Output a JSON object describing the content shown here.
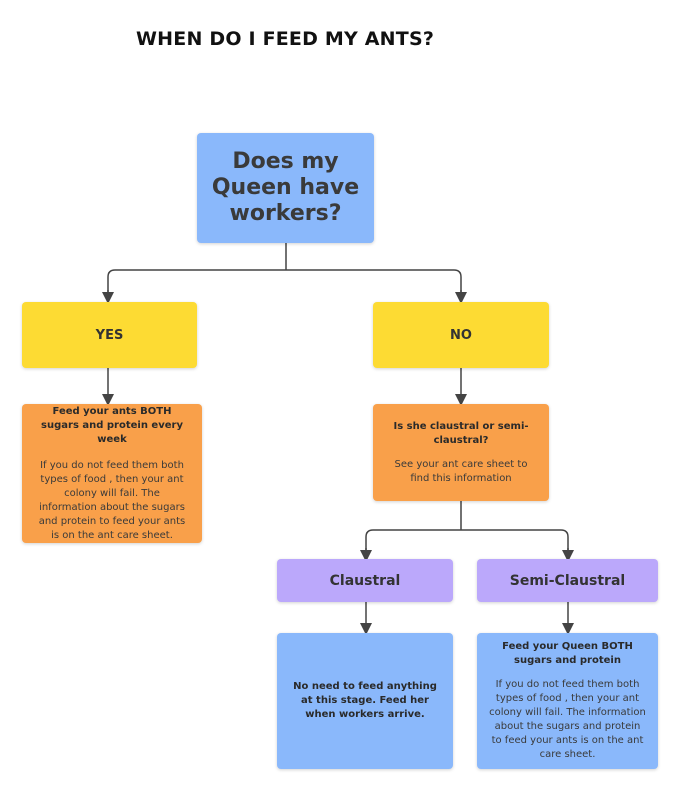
{
  "title": "WHEN DO I FEED MY ANTS?",
  "nodes": {
    "root": {
      "label": "Does my Queen have workers?"
    },
    "yes": {
      "label": "YES"
    },
    "no": {
      "label": "NO"
    },
    "yes_action": {
      "heading": "Feed your ants BOTH sugars and protein every week",
      "body": "If you do not feed them both types of food , then your ant colony will fail. The information about the sugars and protein to feed your ants is on the ant care sheet."
    },
    "claustral_question": {
      "heading": "Is she claustral or semi-claustral?",
      "body": "See your ant care sheet to find this information"
    },
    "claustral": {
      "label": "Claustral"
    },
    "semi_claustral": {
      "label": "Semi-Claustral"
    },
    "claustral_action": {
      "heading": "No need to feed anything at this stage. Feed her when workers arrive."
    },
    "semi_action": {
      "heading": "Feed your Queen BOTH sugars and protein",
      "body": "If you do not feed them both types of food , then your ant colony will fail. The information about the sugars and protein to feed your ants is on the ant care sheet."
    }
  },
  "colors": {
    "question": "#8ab8fb",
    "answer": "#fddb33",
    "instruction": "#f9a04a",
    "type": "#bba8fb",
    "connector": "#444444"
  }
}
